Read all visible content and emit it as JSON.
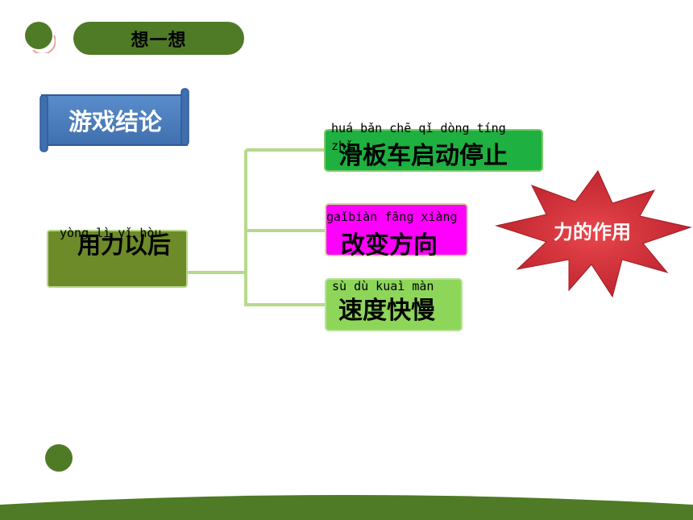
{
  "header": {
    "title": "想一想"
  },
  "banner": {
    "label": "游戏结论"
  },
  "root": {
    "label": "用力以后",
    "pinyin": "yòng lì yǐ  hòu"
  },
  "branches": [
    {
      "label": "滑板车启动停止",
      "pinyin_line1": "huá bǎn chē qǐ dòng tíng",
      "pinyin_line2": "zhǐ"
    },
    {
      "label": "改变方向",
      "pinyin": "gaǐbiàn fāng xiàng"
    },
    {
      "label": "速度快慢",
      "pinyin": "sù dù kuaì màn"
    }
  ],
  "conclusion": {
    "label": "力的作用"
  },
  "colors": {
    "theme_green": "#4f7a26",
    "banner_blue": "#4f7fbd",
    "branch_green": "#1eb040",
    "branch_magenta": "#ff00ff",
    "branch_lightgreen": "#8dd65a",
    "star_red": "#d9363e"
  }
}
